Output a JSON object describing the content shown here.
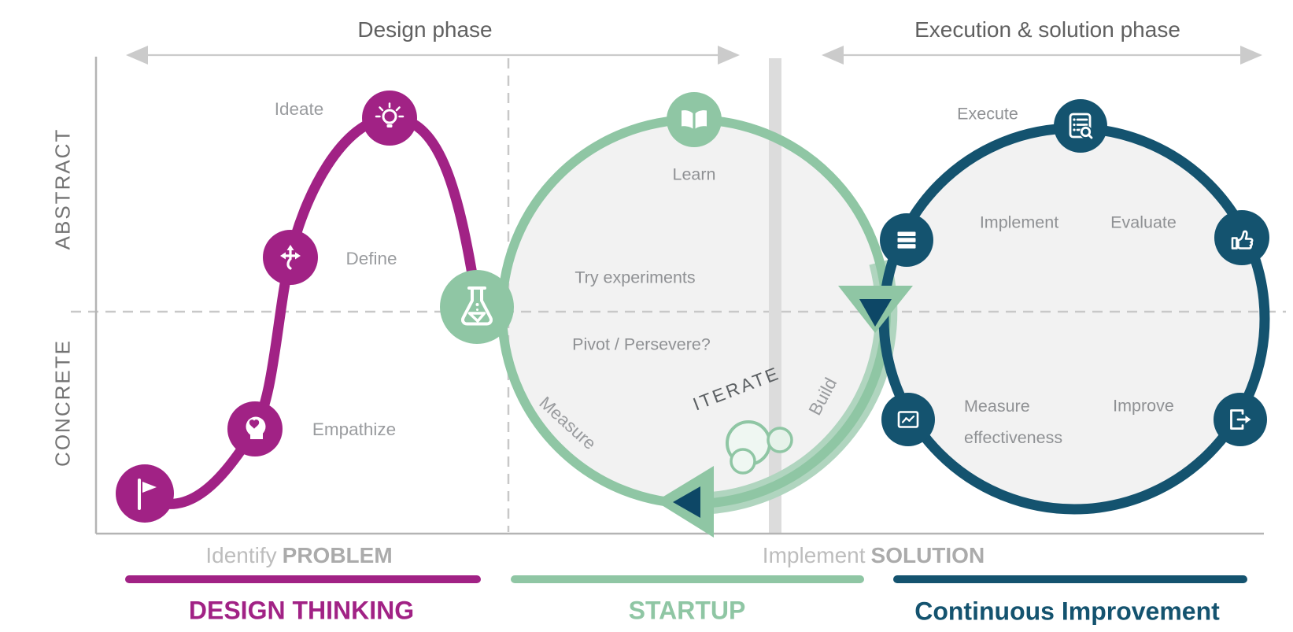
{
  "phases_header": {
    "design": "Design phase",
    "execution": "Execution & solution phase"
  },
  "y_axis": {
    "top": "ABSTRACT",
    "bottom": "CONCRETE"
  },
  "design_thinking": {
    "steps": {
      "empathize": "Empathize",
      "define": "Define",
      "ideate": "Ideate"
    },
    "footer": {
      "light": "Identify",
      "bold": "PROBLEM"
    },
    "title": "DESIGN THINKING"
  },
  "startup": {
    "labels": {
      "learn": "Learn",
      "try_experiments": "Try experiments",
      "pivot_persevere": "Pivot / Persevere?",
      "measure": "Measure",
      "iterate": "ITERATE",
      "build": "Build"
    },
    "title": "STARTUP"
  },
  "continuous_improvement": {
    "labels": {
      "execute": "Execute",
      "implement": "Implement",
      "evaluate": "Evaluate",
      "measure_effectiveness_line1": "Measure",
      "measure_effectiveness_line2": "effectiveness",
      "improve": "Improve"
    },
    "footer": {
      "light": "Implement",
      "bold": "SOLUTION"
    },
    "title": "Continuous Improvement"
  },
  "icons": {
    "flag": "flag-icon",
    "empathize": "head-heart-icon",
    "define": "directions-icon",
    "ideate": "lightbulb-icon",
    "experiment": "flask-icon",
    "learn": "open-book-icon",
    "execute": "checklist-search-icon",
    "implement": "list-icon",
    "evaluate": "thumbs-up-icon",
    "measure_effectiveness": "line-chart-icon",
    "improve": "exit-arrow-icon",
    "iterate_bubbles": "bubbles-icon"
  },
  "colors": {
    "magenta": "#a12285",
    "green": "#8fc6a4",
    "green_light": "#b0d5bf",
    "navy": "#14536f",
    "navy_dark": "#0d4766",
    "circle_fill": "#f2f2f2",
    "axis_gray": "#b4b4b4",
    "bar_gray": "#dcdcdc",
    "label_gray": "#9a9c9f"
  }
}
